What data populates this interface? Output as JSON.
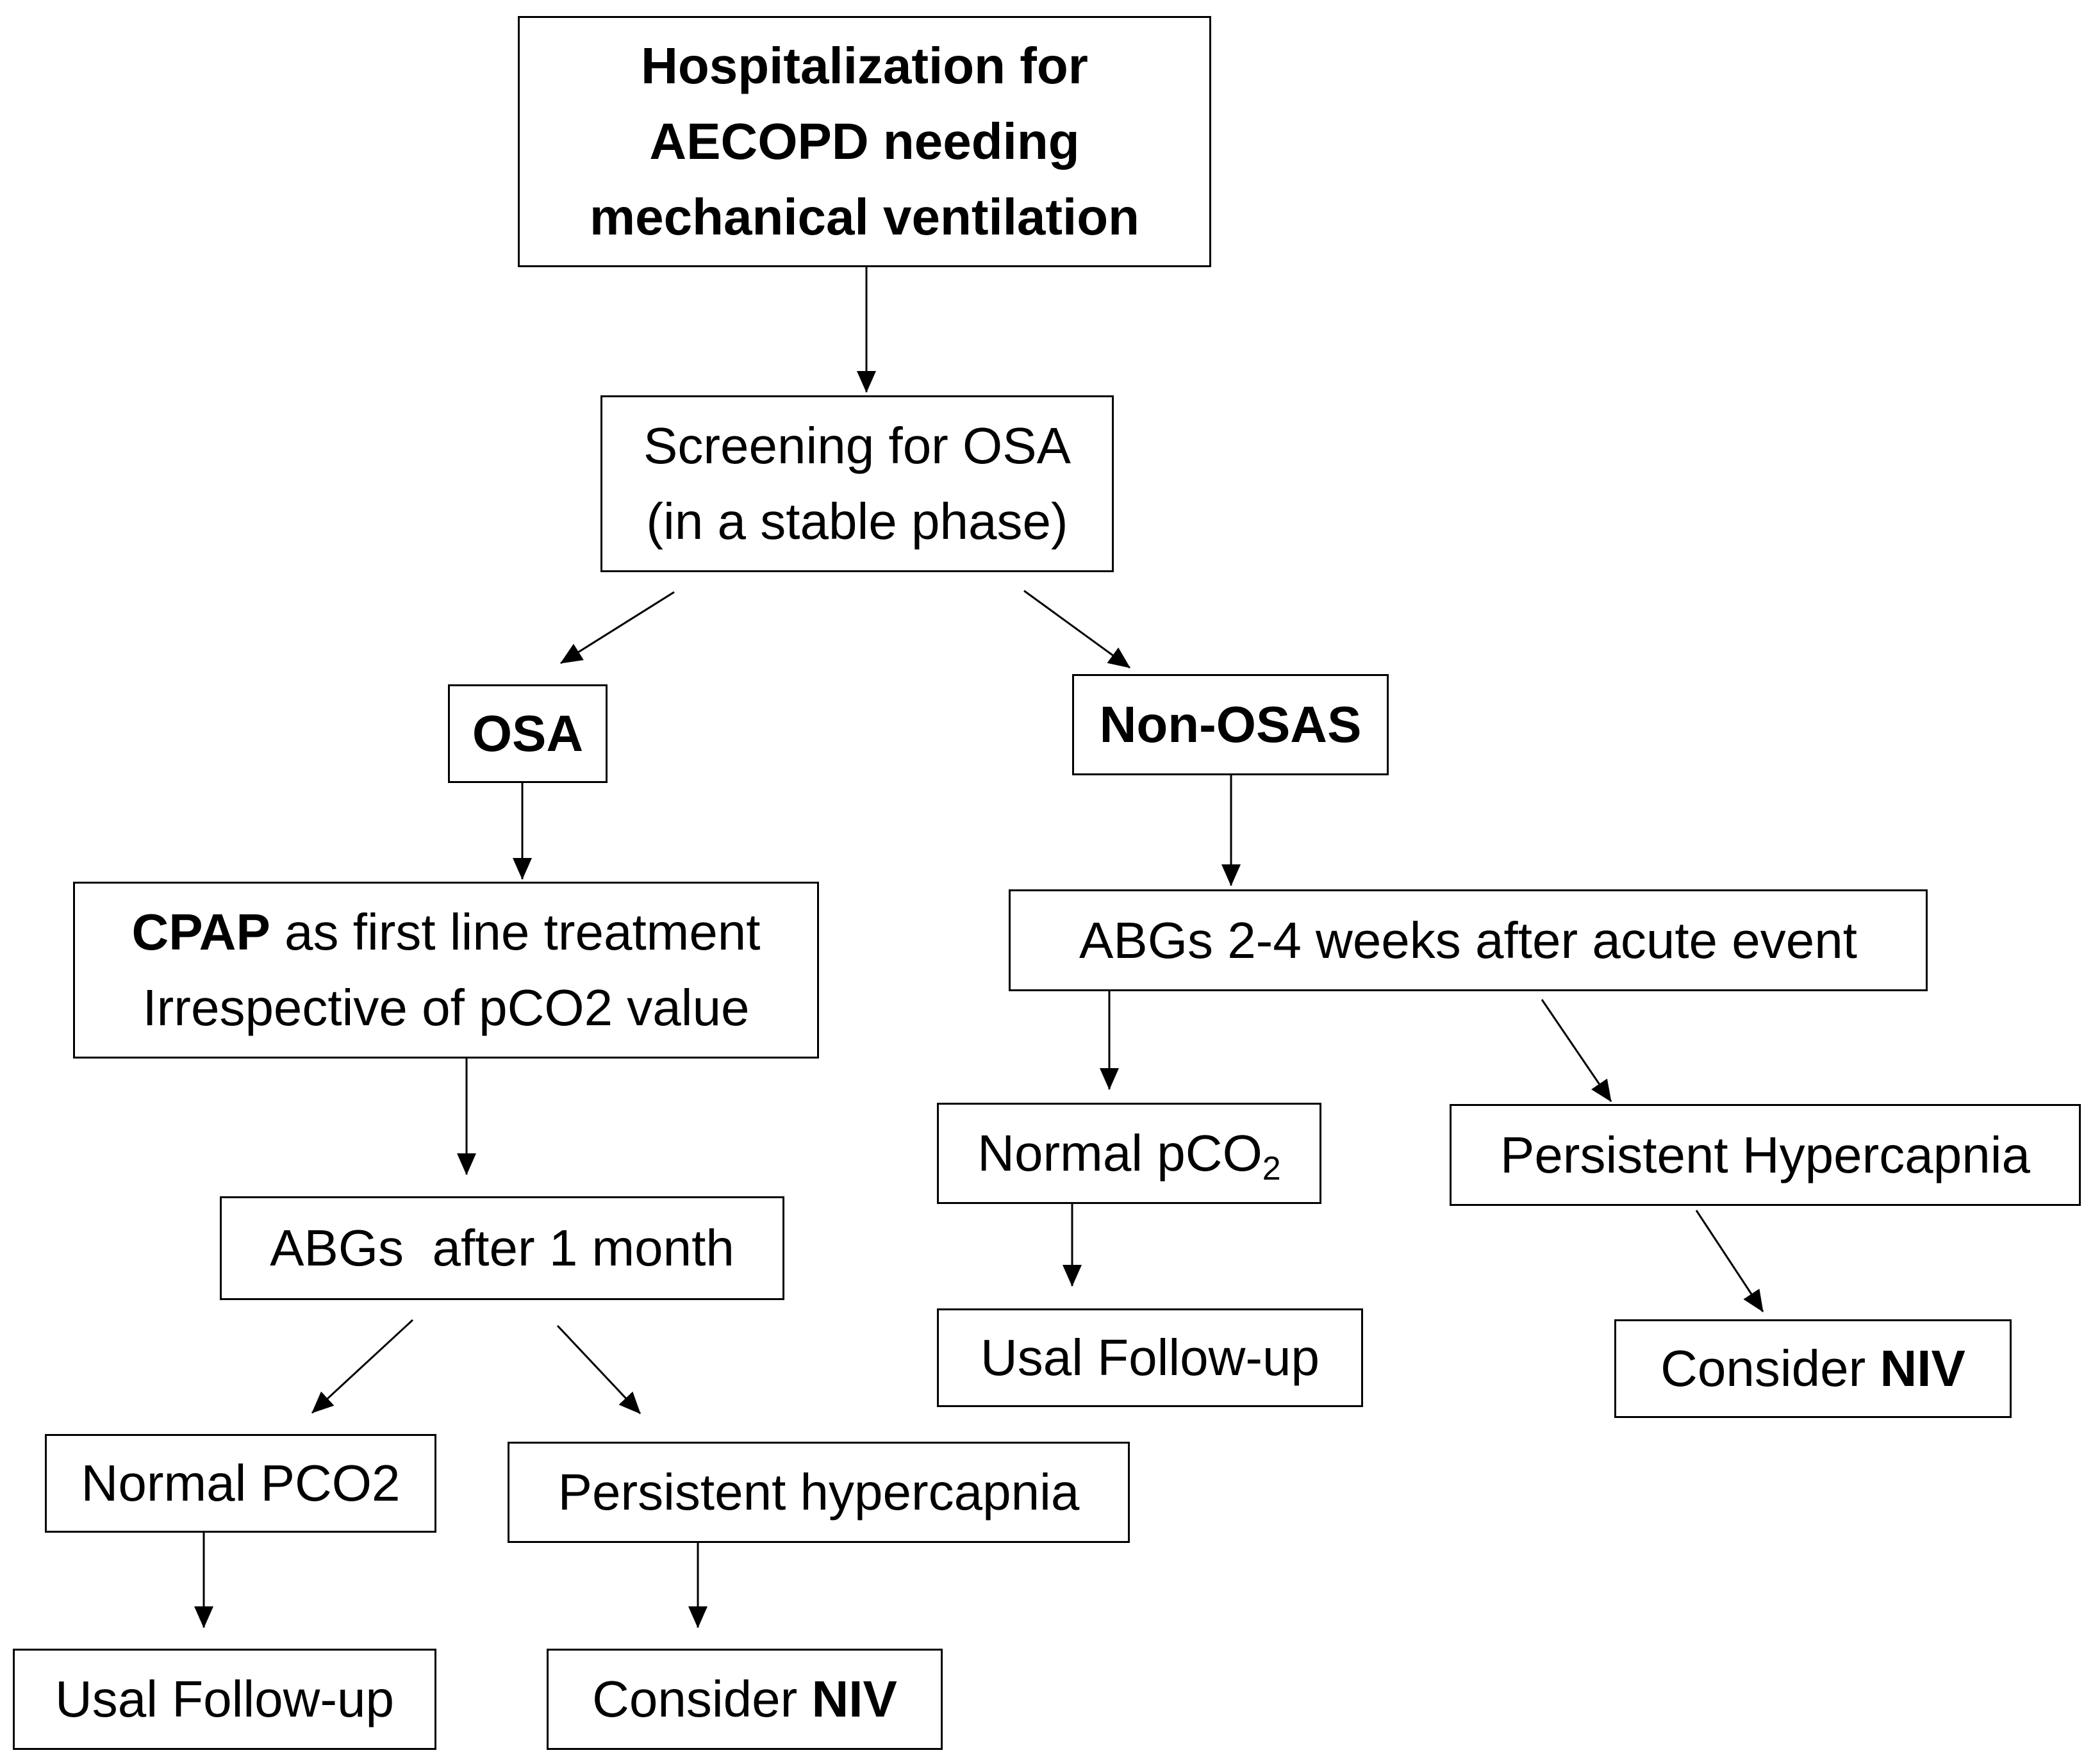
{
  "nodes": {
    "hospitalization": {
      "lines": [
        "Hospitalization for",
        "AECOPD needing",
        "mechanical ventilation"
      ]
    },
    "screening": {
      "lines": [
        "Screening for OSA",
        "(in a stable phase)"
      ]
    },
    "osa": {
      "label": "OSA"
    },
    "non_osas": {
      "label": "Non-OSAS"
    },
    "cpap": {
      "bold": "CPAP",
      "rest": " as first line treatment",
      "line2": "Irrespective of pCO2 value"
    },
    "abgs_1month": {
      "label": "ABGs  after 1 month"
    },
    "abgs_2_4weeks": {
      "label": "ABGs 2-4 weeks after acute event"
    },
    "normal_pco2_left": {
      "label": "Normal PCO2"
    },
    "persistent_hypercapnia_left": {
      "label": "Persistent hypercapnia"
    },
    "followup_left": {
      "label": "Usal Follow-up"
    },
    "consider_niv_left": {
      "prefix": "Consider ",
      "bold": "NIV"
    },
    "normal_pco2_right": {
      "prefix": "Normal pCO",
      "sub": "2"
    },
    "persistent_hypercapnia_right": {
      "label": "Persistent Hypercapnia"
    },
    "followup_right": {
      "label": "Usal Follow-up"
    },
    "consider_niv_right": {
      "prefix": "Consider ",
      "bold": "NIV"
    }
  }
}
